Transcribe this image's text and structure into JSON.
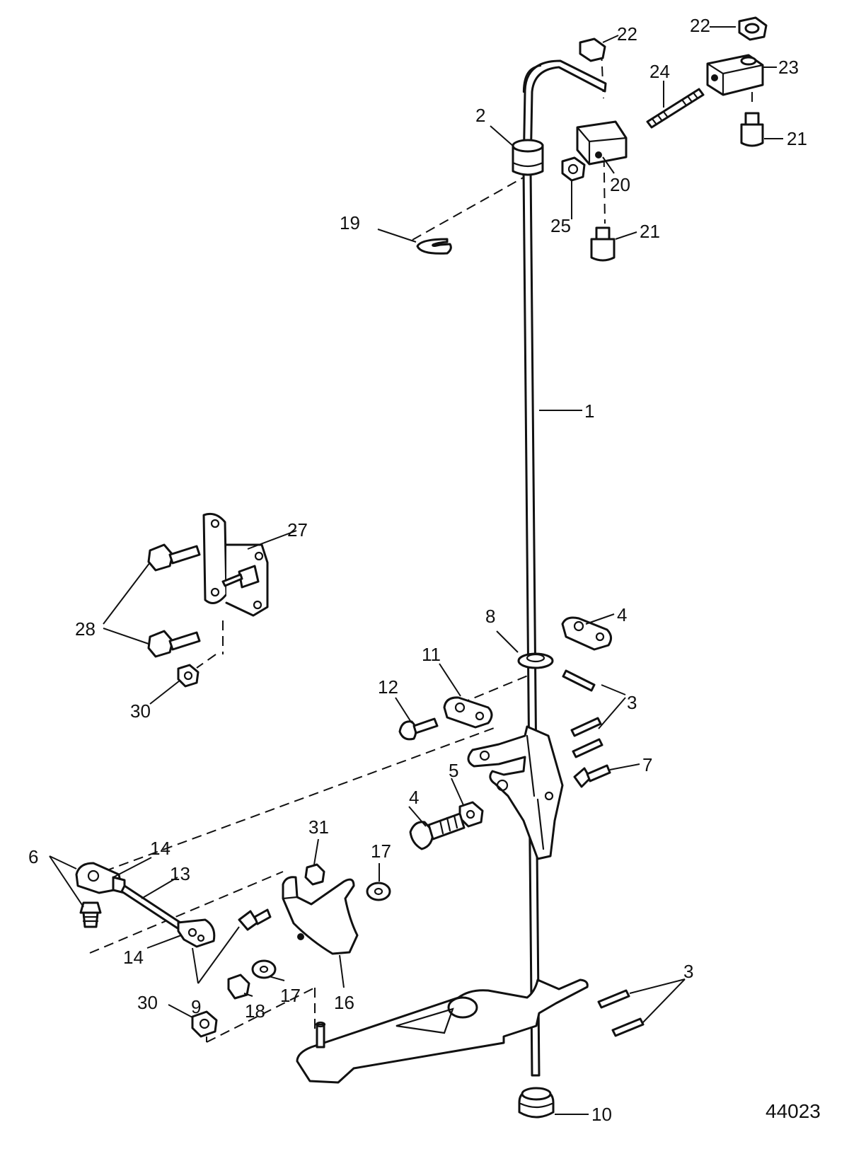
{
  "figure_number": "44023",
  "callouts": {
    "c1": "1",
    "c2": "2",
    "c3a": "3",
    "c3b": "3",
    "c4a": "4",
    "c4b": "4",
    "c5": "5",
    "c6": "6",
    "c7": "7",
    "c8": "8",
    "c9": "9",
    "c10": "10",
    "c11": "11",
    "c12": "12",
    "c13": "13",
    "c14a": "14",
    "c14b": "14",
    "c16": "16",
    "c17a": "17",
    "c17b": "17",
    "c18": "18",
    "c19": "19",
    "c20": "20",
    "c21a": "21",
    "c21b": "21",
    "c22a": "22",
    "c22b": "22",
    "c23": "23",
    "c24": "24",
    "c25": "25",
    "c27": "27",
    "c28": "28",
    "c30a": "30",
    "c30b": "30",
    "c31": "31"
  }
}
